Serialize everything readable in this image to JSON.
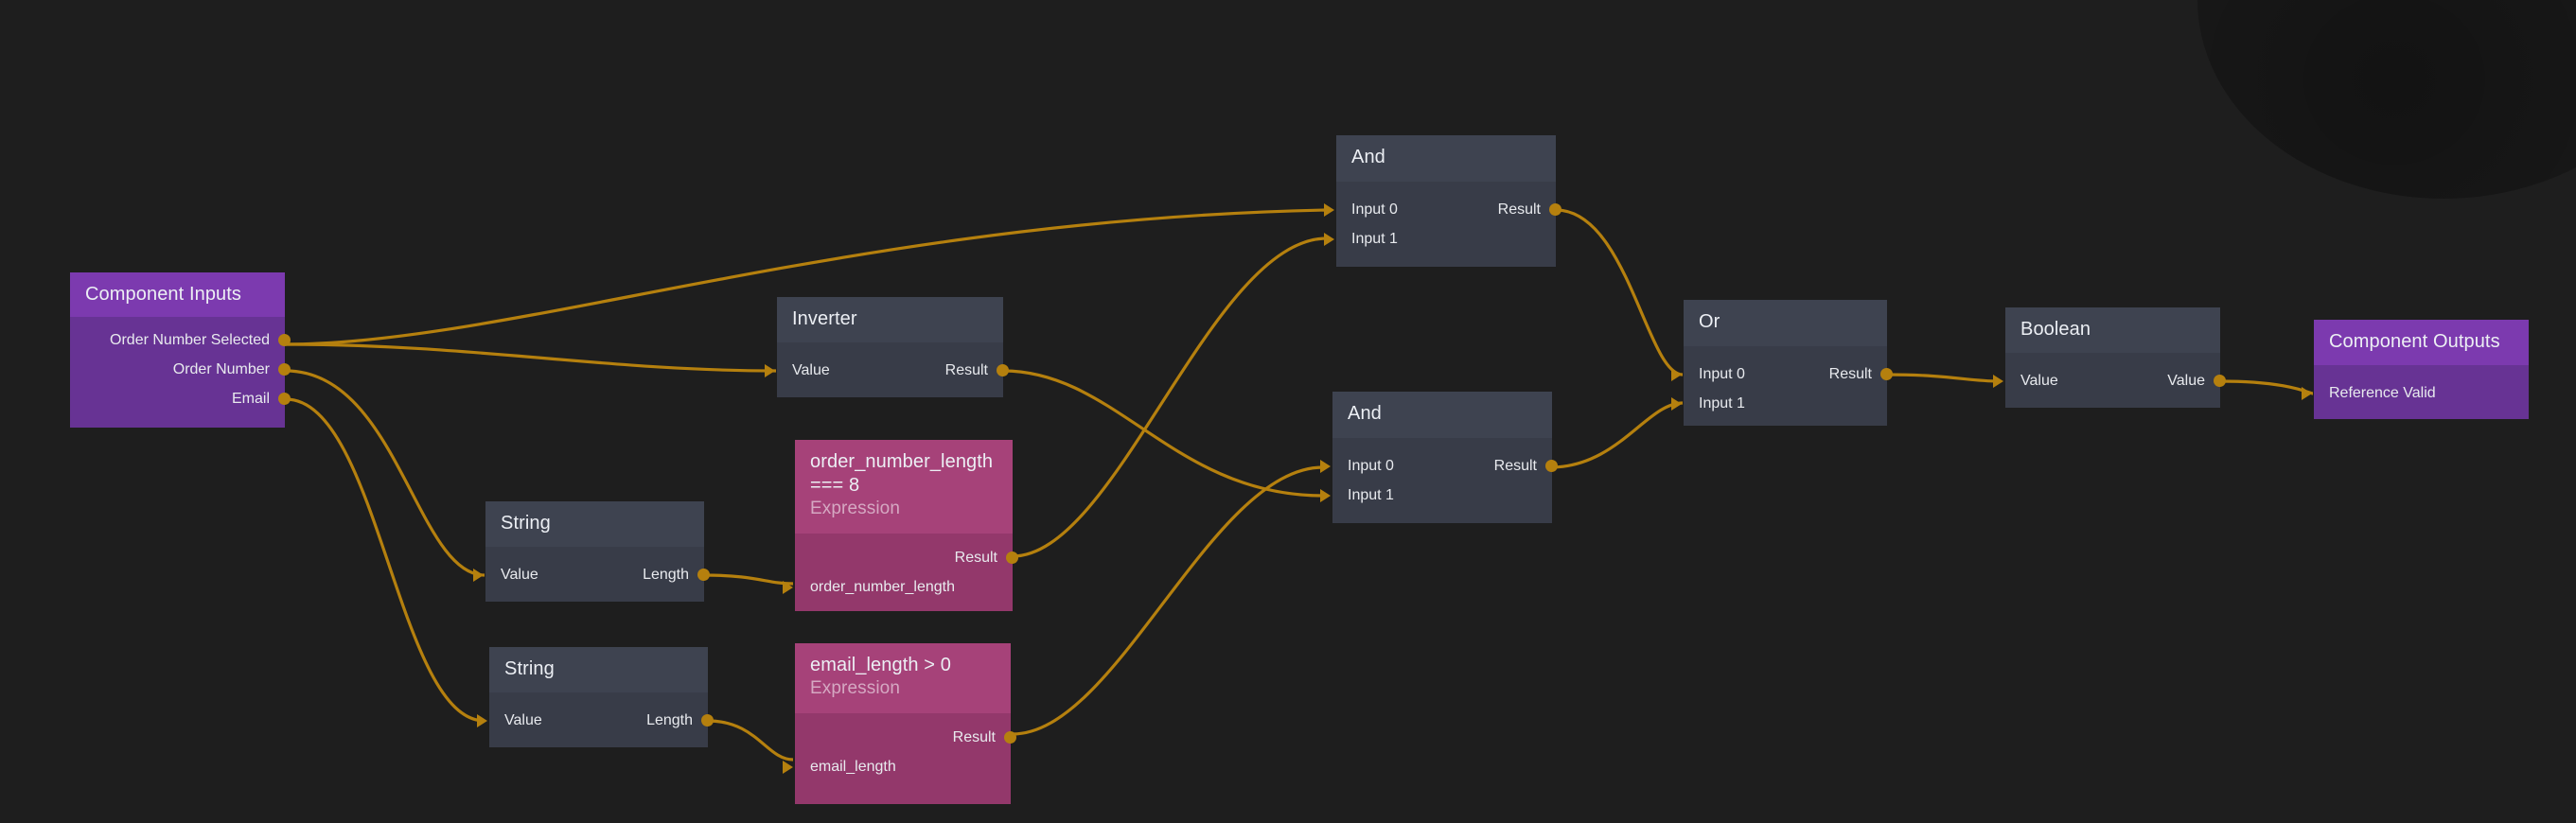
{
  "app": {
    "view": "node-graph-editor",
    "background_color": "#1e1e1e",
    "edge_color": "#b5800e",
    "accent_purple": "#7c3aaf",
    "accent_magenta": "#a64279",
    "accent_slate": "#3e4350"
  },
  "nodes": {
    "component_inputs": {
      "title": "Component Inputs",
      "outputs": [
        "Order Number Selected",
        "Order Number",
        "Email"
      ]
    },
    "inverter": {
      "title": "Inverter",
      "input": "Value",
      "output": "Result"
    },
    "string_order_number": {
      "title": "String",
      "input": "Value",
      "output": "Length"
    },
    "string_email": {
      "title": "String",
      "input": "Value",
      "output": "Length"
    },
    "expression_order_number_length": {
      "title": "order_number_length === 8",
      "subtitle": "Expression",
      "output": "Result",
      "input": "order_number_length"
    },
    "expression_email_length": {
      "title": "email_length > 0",
      "subtitle": "Expression",
      "output": "Result",
      "input": "email_length"
    },
    "and_top": {
      "title": "And",
      "inputs": [
        "Input 0",
        "Input 1"
      ],
      "output": "Result"
    },
    "and_bottom": {
      "title": "And",
      "inputs": [
        "Input 0",
        "Input 1"
      ],
      "output": "Result"
    },
    "or": {
      "title": "Or",
      "inputs": [
        "Input 0",
        "Input 1"
      ],
      "output": "Result"
    },
    "boolean": {
      "title": "Boolean",
      "input": "Value",
      "output": "Value"
    },
    "component_outputs": {
      "title": "Component Outputs",
      "inputs": [
        "Reference Valid"
      ]
    }
  }
}
